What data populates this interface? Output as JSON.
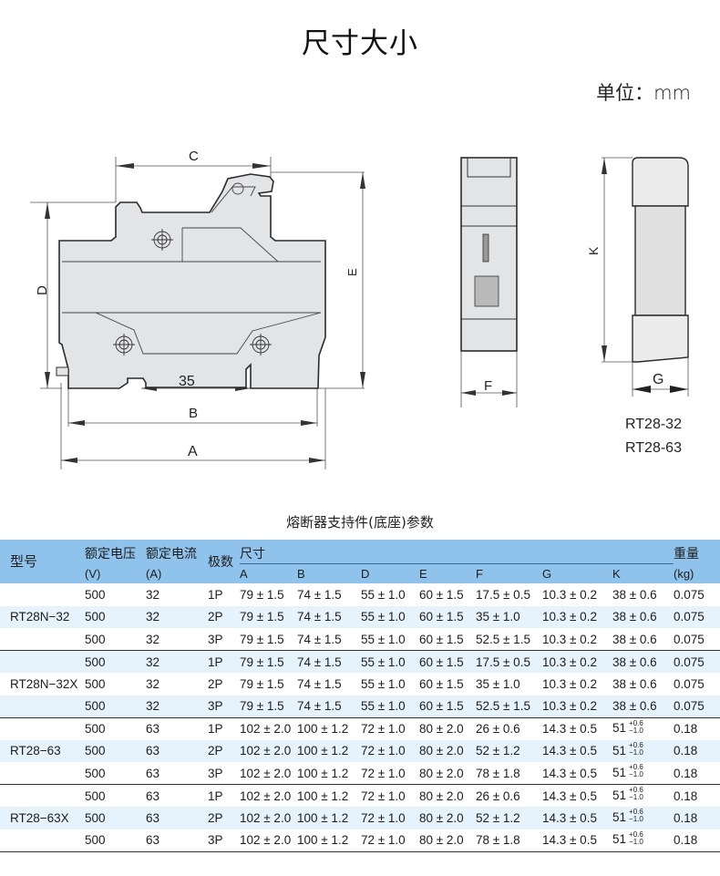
{
  "header": {
    "title": "尺寸大小",
    "unit": "单位：mm"
  },
  "drawing": {
    "dim_labels": {
      "A": "A",
      "B": "B",
      "C": "C",
      "D": "D",
      "E": "E",
      "F": "F",
      "G": "G",
      "K": "K",
      "rail": "35"
    },
    "models": [
      "RT28-32",
      "RT28-63"
    ]
  },
  "table": {
    "title": "熔断器支持件(底座)参数",
    "headers": {
      "model": "型号",
      "voltage": "额定电压",
      "voltage_unit": "(V)",
      "current": "额定电流",
      "current_unit": "(A)",
      "poles": "极数",
      "size": "尺寸",
      "size_cols": [
        "A",
        "B",
        "D",
        "E",
        "F",
        "G",
        "K"
      ],
      "weight": "重量",
      "weight_unit": "(kg)"
    },
    "rows": [
      {
        "model": "",
        "voltage": "500",
        "current": "32",
        "poles": "1P",
        "A": "79 ± 1.5",
        "B": "74 ± 1.5",
        "D": "55 ± 1.0",
        "E": "60 ± 1.5",
        "F": "17.5 ± 0.5",
        "G": "10.3 ± 0.2",
        "K": "38 ± 0.6",
        "K_tol_up": "",
        "K_tol_down": "",
        "weight": "0.075"
      },
      {
        "model": "RT28N−32",
        "voltage": "500",
        "current": "32",
        "poles": "2P",
        "A": "79 ± 1.5",
        "B": "74 ± 1.5",
        "D": "55 ± 1.0",
        "E": "60 ± 1.5",
        "F": "35 ± 1.0",
        "G": "10.3 ± 0.2",
        "K": "38 ± 0.6",
        "K_tol_up": "",
        "K_tol_down": "",
        "weight": "0.075"
      },
      {
        "model": "",
        "voltage": "500",
        "current": "32",
        "poles": "3P",
        "A": "79 ± 1.5",
        "B": "74 ± 1.5",
        "D": "55 ± 1.0",
        "E": "60 ± 1.5",
        "F": "52.5 ± 1.5",
        "G": "10.3 ± 0.2",
        "K": "38 ± 0.6",
        "K_tol_up": "",
        "K_tol_down": "",
        "weight": "0.075"
      },
      {
        "model": "",
        "voltage": "500",
        "current": "32",
        "poles": "1P",
        "A": "79 ± 1.5",
        "B": "74 ± 1.5",
        "D": "55 ± 1.0",
        "E": "60 ± 1.5",
        "F": "17.5 ± 0.5",
        "G": "10.3 ± 0.2",
        "K": "38 ± 0.6",
        "K_tol_up": "",
        "K_tol_down": "",
        "weight": "0.075"
      },
      {
        "model": "RT28N−32X",
        "voltage": "500",
        "current": "32",
        "poles": "2P",
        "A": "79 ± 1.5",
        "B": "74 ± 1.5",
        "D": "55 ± 1.0",
        "E": "60 ± 1.5",
        "F": "35 ± 1.0",
        "G": "10.3 ± 0.2",
        "K": "38 ± 0.6",
        "K_tol_up": "",
        "K_tol_down": "",
        "weight": "0.075"
      },
      {
        "model": "",
        "voltage": "500",
        "current": "32",
        "poles": "3P",
        "A": "79 ± 1.5",
        "B": "74 ± 1.5",
        "D": "55 ± 1.0",
        "E": "60 ± 1.5",
        "F": "52.5 ± 1.5",
        "G": "10.3 ± 0.2",
        "K": "38 ± 0.6",
        "K_tol_up": "",
        "K_tol_down": "",
        "weight": "0.075"
      },
      {
        "model": "",
        "voltage": "500",
        "current": "63",
        "poles": "1P",
        "A": "102 ± 2.0",
        "B": "100 ± 1.2",
        "D": "72 ± 1.0",
        "E": "80 ± 2.0",
        "F": "26 ± 0.6",
        "G": "14.3 ± 0.5",
        "K": "51",
        "K_tol_up": "+0.6",
        "K_tol_down": "−1.0",
        "weight": "0.18"
      },
      {
        "model": "RT28−63",
        "voltage": "500",
        "current": "63",
        "poles": "2P",
        "A": "102 ± 2.0",
        "B": "100 ± 1.2",
        "D": "72 ± 1.0",
        "E": "80 ± 2.0",
        "F": "52 ± 1.2",
        "G": "14.3 ± 0.5",
        "K": "51",
        "K_tol_up": "+0.6",
        "K_tol_down": "−1.0",
        "weight": "0.18"
      },
      {
        "model": "",
        "voltage": "500",
        "current": "63",
        "poles": "3P",
        "A": "102 ± 2.0",
        "B": "100 ± 1.2",
        "D": "72 ± 1.0",
        "E": "80 ± 2.0",
        "F": "78 ± 1.8",
        "G": "14.3 ± 0.5",
        "K": "51",
        "K_tol_up": "+0.6",
        "K_tol_down": "−1.0",
        "weight": "0.18"
      },
      {
        "model": "",
        "voltage": "500",
        "current": "63",
        "poles": "1P",
        "A": "102 ± 2.0",
        "B": "100 ± 1.2",
        "D": "72 ± 1.0",
        "E": "80 ± 2.0",
        "F": "26 ± 0.6",
        "G": "14.3 ± 0.5",
        "K": "51",
        "K_tol_up": "+0.6",
        "K_tol_down": "−1.0",
        "weight": "0.18"
      },
      {
        "model": "RT28−63X",
        "voltage": "500",
        "current": "63",
        "poles": "2P",
        "A": "102 ± 2.0",
        "B": "100 ± 1.2",
        "D": "72 ± 1.0",
        "E": "80 ± 2.0",
        "F": "52 ± 1.2",
        "G": "14.3 ± 0.5",
        "K": "51",
        "K_tol_up": "+0.6",
        "K_tol_down": "−1.0",
        "weight": "0.18"
      },
      {
        "model": "",
        "voltage": "500",
        "current": "63",
        "poles": "3P",
        "A": "102 ± 2.0",
        "B": "100 ± 1.2",
        "D": "72 ± 1.0",
        "E": "80 ± 2.0",
        "F": "78 ± 1.8",
        "G": "14.3 ± 0.5",
        "K": "51",
        "K_tol_up": "+0.6",
        "K_tol_down": "−1.0",
        "weight": "0.18"
      }
    ]
  },
  "colors": {
    "header_bg": "#8fc3ec",
    "row_alt_bg": "#e7f3fc",
    "drawing_fill": "#e3e4e6",
    "drawing_stroke": "#2b2b2b"
  }
}
